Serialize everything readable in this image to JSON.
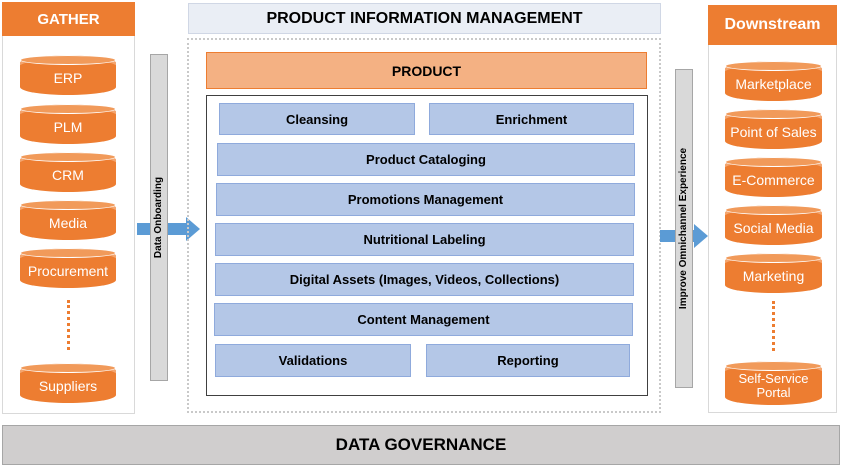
{
  "gather": {
    "title": "GATHER",
    "sources": [
      "ERP",
      "PLM",
      "CRM",
      "Media",
      "Procurement",
      "Suppliers"
    ]
  },
  "onboarding_label": "Data Onboarding",
  "pim": {
    "title": "PRODUCT INFORMATION MANAGEMENT",
    "product_label": "PRODUCT",
    "features": {
      "cleansing": "Cleansing",
      "enrichment": "Enrichment",
      "cataloging": "Product Cataloging",
      "promotions": "Promotions Management",
      "nutritional": "Nutritional Labeling",
      "digital_assets": "Digital Assets (Images, Videos, Collections)",
      "content": "Content Management",
      "validations": "Validations",
      "reporting": "Reporting"
    }
  },
  "omnichannel_label": "Improve Omnichannel Experience",
  "downstream": {
    "title": "Downstream",
    "targets": [
      "Marketplace",
      "Point of Sales",
      "E-Commerce",
      "Social Media",
      "Marketing",
      "Self-Service Portal"
    ]
  },
  "governance_label": "DATA GOVERNANCE",
  "colors": {
    "orange": "#ed7d31",
    "light_orange": "#f4b183",
    "feature_blue": "#b4c7e7",
    "arrow_blue": "#5b9bd5",
    "gray": "#d9d9d9"
  }
}
